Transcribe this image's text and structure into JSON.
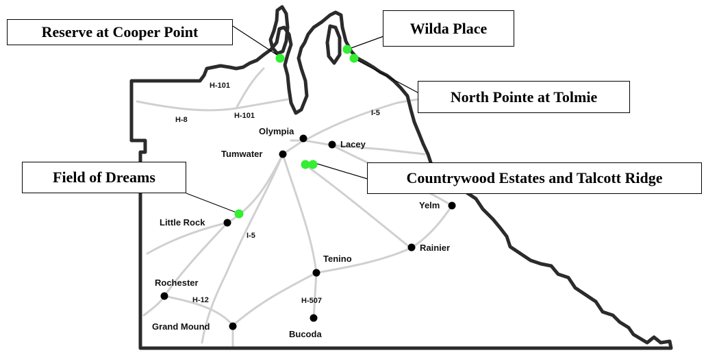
{
  "map": {
    "cities": [
      {
        "key": "olympia",
        "name": "Olympia"
      },
      {
        "key": "lacey",
        "name": "Lacey"
      },
      {
        "key": "tumwater",
        "name": "Tumwater"
      },
      {
        "key": "little_rock",
        "name": "Little Rock"
      },
      {
        "key": "yelm",
        "name": "Yelm"
      },
      {
        "key": "rainier",
        "name": "Rainier"
      },
      {
        "key": "tenino",
        "name": "Tenino"
      },
      {
        "key": "rochester",
        "name": "Rochester"
      },
      {
        "key": "grand_mound",
        "name": "Grand Mound"
      },
      {
        "key": "bucoda",
        "name": "Bucoda"
      }
    ],
    "roads": {
      "h101_north": "H-101",
      "h101_south": "H-101",
      "h8": "H-8",
      "i5_north": "I-5",
      "i5_south": "I-5",
      "h12": "H-12",
      "h507": "H-507"
    },
    "callouts": {
      "cooper_point": "Reserve at Cooper Point",
      "wilda_place": "Wilda Place",
      "north_pointe": "North Pointe at Tolmie",
      "field_of_dreams": "Field of Dreams",
      "countrywood": "Countrywood Estates and Talcott Ridge"
    },
    "colors": {
      "boundary": "#2b2b2b",
      "road": "#d0d0d0",
      "city_dot": "#000000",
      "site_dot": "#33ee33"
    }
  }
}
